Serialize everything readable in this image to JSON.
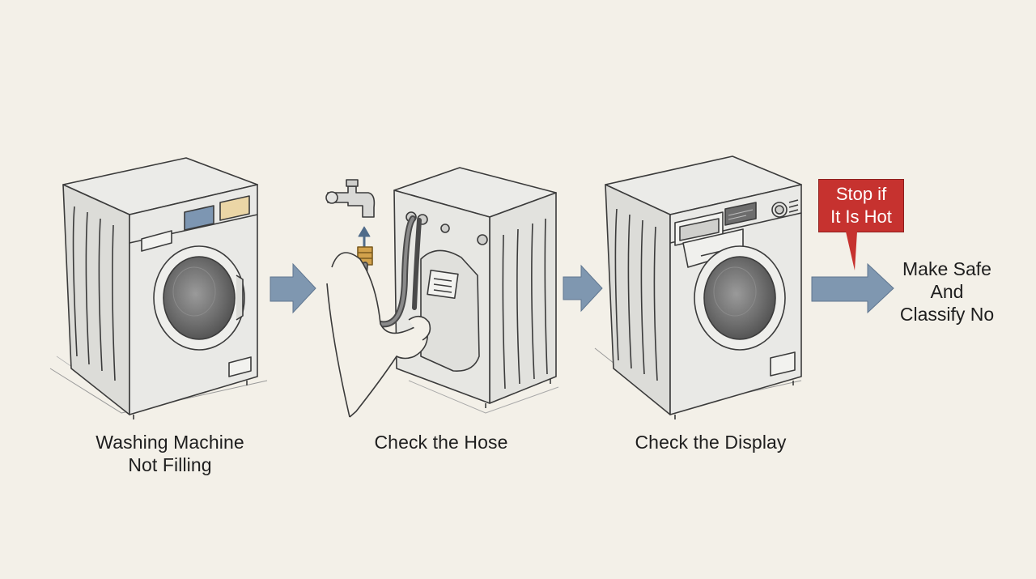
{
  "steps": [
    {
      "label_line1": "Washing Machine",
      "label_line2": "Not Filling",
      "icon": "washing-machine-icon"
    },
    {
      "label": "Check the Hose",
      "icon": "hose-check-icon"
    },
    {
      "label": "Check the Display",
      "icon": "machine-display-icon"
    }
  ],
  "warning": {
    "line1": "Stop if",
    "line2": "It Is Hot"
  },
  "outcome": {
    "line1": "Make Safe",
    "line2": "And",
    "line3": "Classify No"
  },
  "colors": {
    "background": "#f3f0e8",
    "arrow": "#7f97b0",
    "warning": "#c6322f",
    "panel_blue": "#7d96b2",
    "panel_yellow": "#ebd6a6"
  }
}
